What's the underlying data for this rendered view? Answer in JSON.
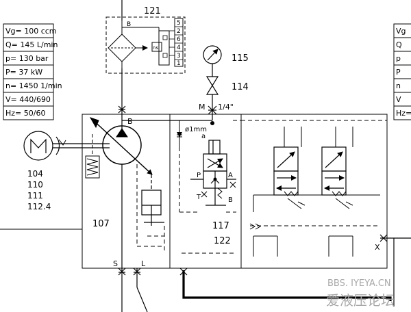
{
  "spec_table": {
    "rows": [
      "Vg= 100 ccm",
      "Q=   145 L/min",
      "p=    130  bar",
      "P=    37   kW",
      "n= 1450 1/min",
      "V= 440/690",
      "Hz= 50/60"
    ]
  },
  "spec_table_right": {
    "rows": [
      "Vg",
      "Q",
      "p",
      "P",
      "n",
      "V",
      "Hz="
    ]
  },
  "labels": {
    "filter_no": "121",
    "filter_b": "B",
    "filter_ns": "ns",
    "filter_ports": [
      "5",
      "2",
      "6",
      "4",
      "3",
      "1"
    ],
    "gauge_no": "115",
    "valve_no": "114",
    "port_m": "M",
    "port_size": "1/4\"",
    "port_b_pump": "B",
    "orifice": "ø1mm",
    "solenoid_a": "a",
    "port_p": "P",
    "port_a": "A",
    "port_t": "T",
    "port_b_valve": "B",
    "motor_ids": [
      "104",
      "110",
      "111",
      "112.4"
    ],
    "block_107": "107",
    "block_117": "117",
    "block_122": "122",
    "port_s": "S",
    "port_l": "L",
    "port_x": "X"
  },
  "watermark": {
    "url": "BBS. IYEYA.CN",
    "site": "爱液压论坛"
  }
}
